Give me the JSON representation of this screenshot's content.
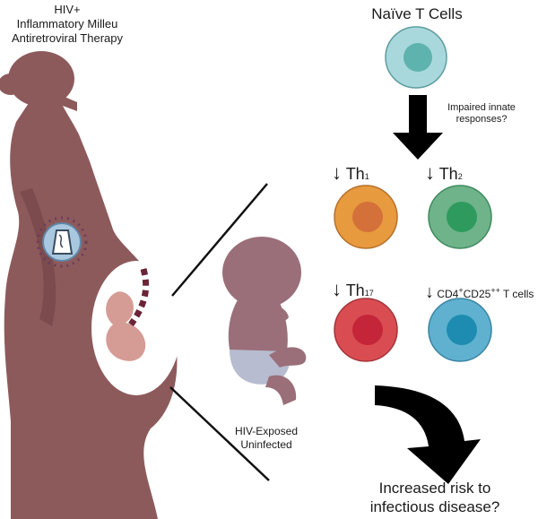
{
  "mother_labels": {
    "line1": "HIV+",
    "line2": "Inflammatory Milleu",
    "line3": "Antiretroviral Therapy"
  },
  "infant_label": {
    "line1": "HIV-Exposed",
    "line2": "Uninfected"
  },
  "naive": {
    "label": "Naïve T Cells",
    "color": "#a9d8dc",
    "nucleus": "#5eb3ae"
  },
  "arrow_note": {
    "line1": "Impaired innate",
    "line2": "responses?"
  },
  "subsets": {
    "th1": {
      "arrow": "↓",
      "prefix": "Th",
      "suffix": "1",
      "color": "#e79a3e",
      "nucleus": "#d4713a"
    },
    "th2": {
      "arrow": "↓",
      "prefix": "Th",
      "suffix": "2",
      "color": "#6fb38a",
      "nucleus": "#2e9a5e"
    },
    "th17": {
      "arrow": "↓",
      "prefix": "Th",
      "suffix": "17",
      "color": "#d94d52",
      "nucleus": "#c42539"
    },
    "treg": {
      "arrow": "↓",
      "prefix": "CD4",
      "sup1": "+",
      "mid": "CD25",
      "sup2": "++",
      "tail": " T cells",
      "color": "#5fb1cf",
      "nucleus": "#1e8cb0"
    }
  },
  "outcome": {
    "line1": "Increased risk to",
    "line2": "infectious disease?"
  },
  "colors": {
    "mother": "#8d5a5c",
    "womb": "#ffffff",
    "fetus": "#d59c95",
    "cord": "#6b2437",
    "infant": "#9a6f79",
    "diaper": "#b7bcd0",
    "virus": "#a9c8e0"
  }
}
